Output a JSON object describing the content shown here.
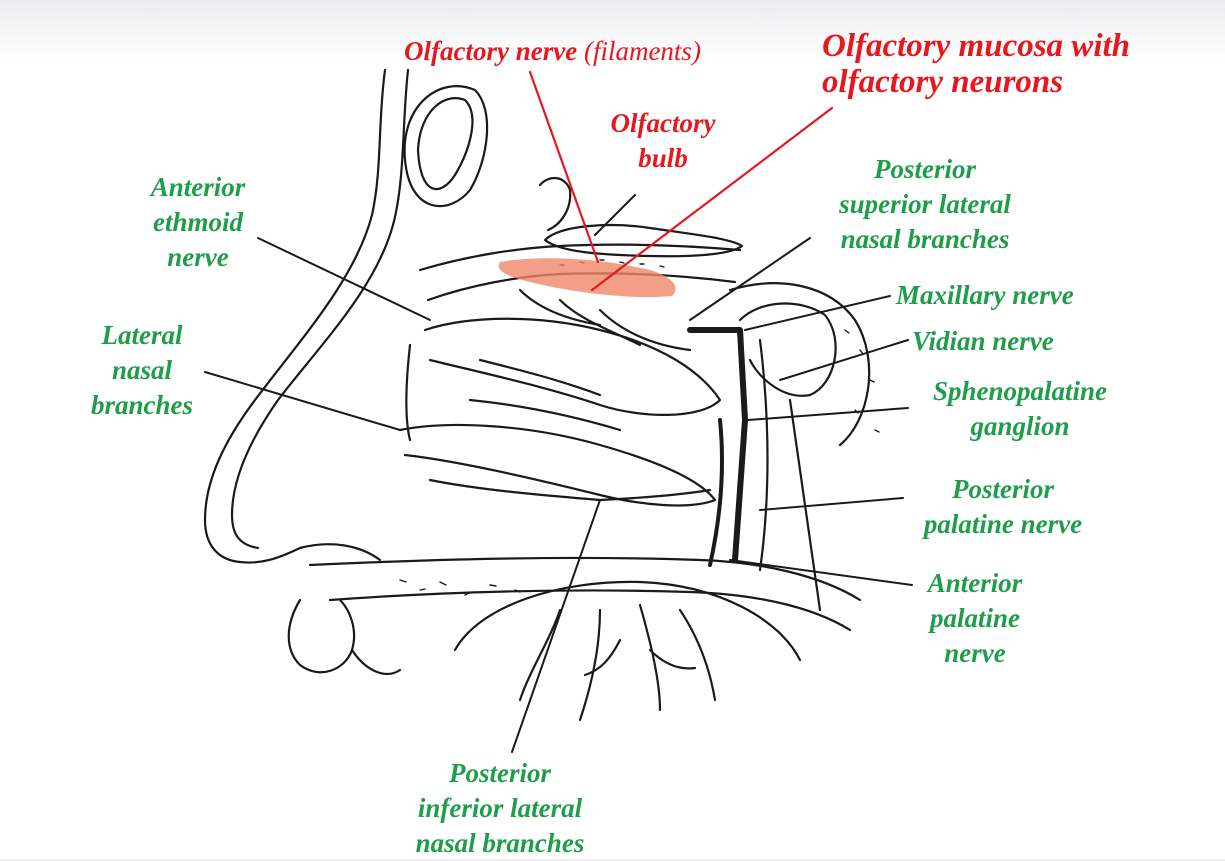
{
  "labels": {
    "olfactory_nerve": "Olfactory nerve",
    "olfactory_nerve_note": "(filaments)",
    "olfactory_mucosa": "Olfactory mucosa with\nolfactory neurons",
    "olfactory_bulb": "Olfactory\nbulb",
    "anterior_ethmoid_nerve": "Anterior\nethmoid\nnerve",
    "lateral_nasal_branches": "Lateral\nnasal\nbranches",
    "posterior_superior_lateral_nasal_branches": "Posterior\nsuperior lateral\nnasal branches",
    "maxillary_nerve": "Maxillary nerve",
    "vidian_nerve": "Vidian nerve",
    "sphenopalatine_ganglion": "Sphenopalatine\nganglion",
    "posterior_palatine_nerve": "Posterior\npalatine nerve",
    "anterior_palatine_nerve": "Anterior\npalatine\nnerve",
    "posterior_inferior_lateral_nasal_branches": "Posterior\ninferior lateral\nnasal branches"
  },
  "colors": {
    "label_green": "#1e9e4a",
    "label_red": "#e8161d",
    "mucosa_highlight": "#f0876a",
    "line_art": "#1a1a1a"
  }
}
